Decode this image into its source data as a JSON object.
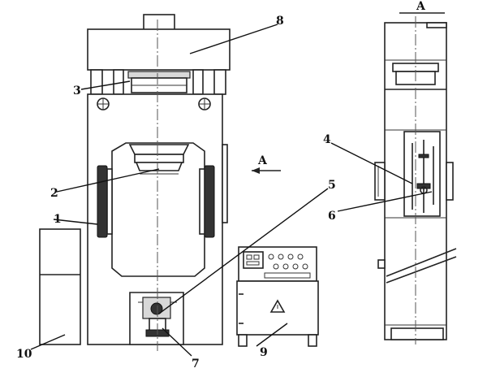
{
  "callouts": {
    "n1": "1",
    "n2": "2",
    "n3": "3",
    "n4": "4",
    "n5": "5",
    "n6": "6",
    "n7": "7",
    "n8": "8",
    "n9": "9",
    "n10": "10"
  },
  "view_marks": {
    "arrow_label": "A",
    "section_label": "A"
  }
}
